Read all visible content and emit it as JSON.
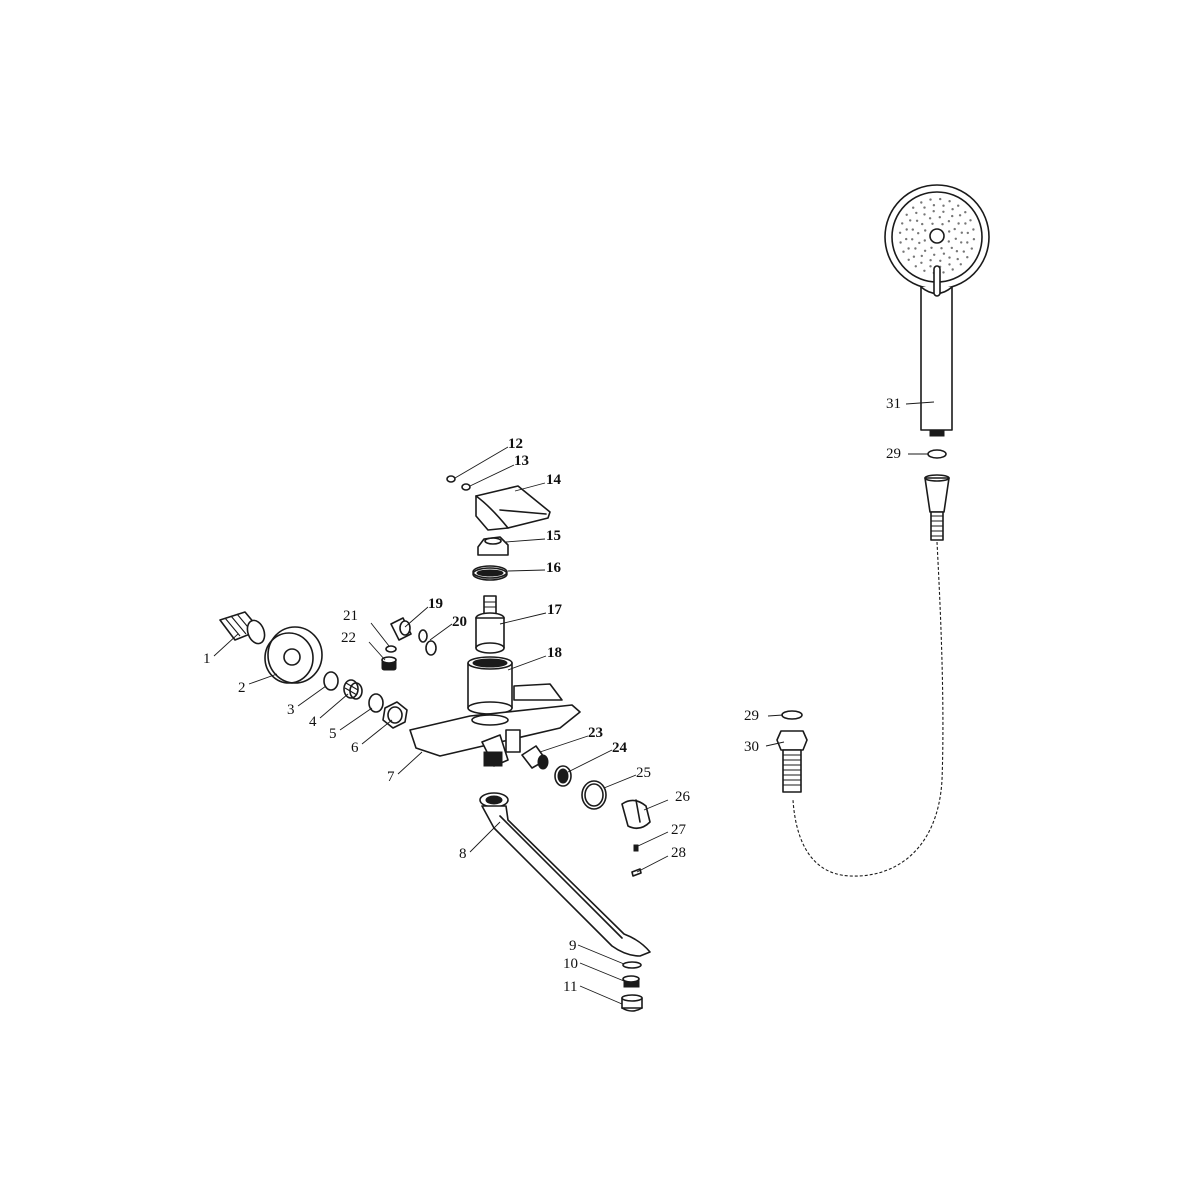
{
  "callouts": [
    {
      "id": "1",
      "text": "1"
    },
    {
      "id": "2",
      "text": "2"
    },
    {
      "id": "3",
      "text": "3"
    },
    {
      "id": "4",
      "text": "4"
    },
    {
      "id": "5",
      "text": "5"
    },
    {
      "id": "6",
      "text": "6"
    },
    {
      "id": "7",
      "text": "7"
    },
    {
      "id": "8",
      "text": "8"
    },
    {
      "id": "9",
      "text": "9"
    },
    {
      "id": "10",
      "text": "10"
    },
    {
      "id": "11",
      "text": "11"
    },
    {
      "id": "12",
      "text": "12"
    },
    {
      "id": "13",
      "text": "13"
    },
    {
      "id": "14",
      "text": "14"
    },
    {
      "id": "15",
      "text": "15"
    },
    {
      "id": "16",
      "text": "16"
    },
    {
      "id": "17",
      "text": "17"
    },
    {
      "id": "18",
      "text": "18"
    },
    {
      "id": "19",
      "text": "19"
    },
    {
      "id": "20",
      "text": "20"
    },
    {
      "id": "21",
      "text": "21"
    },
    {
      "id": "22",
      "text": "22"
    },
    {
      "id": "23",
      "text": "23"
    },
    {
      "id": "24",
      "text": "24"
    },
    {
      "id": "25",
      "text": "25"
    },
    {
      "id": "26",
      "text": "26"
    },
    {
      "id": "27",
      "text": "27"
    },
    {
      "id": "28",
      "text": "28"
    },
    {
      "id": "29a",
      "text": "29"
    },
    {
      "id": "29b",
      "text": "29"
    },
    {
      "id": "30",
      "text": "30"
    },
    {
      "id": "31",
      "text": "31"
    }
  ],
  "line_color": "#1a1a1a",
  "background_color": "#ffffff"
}
